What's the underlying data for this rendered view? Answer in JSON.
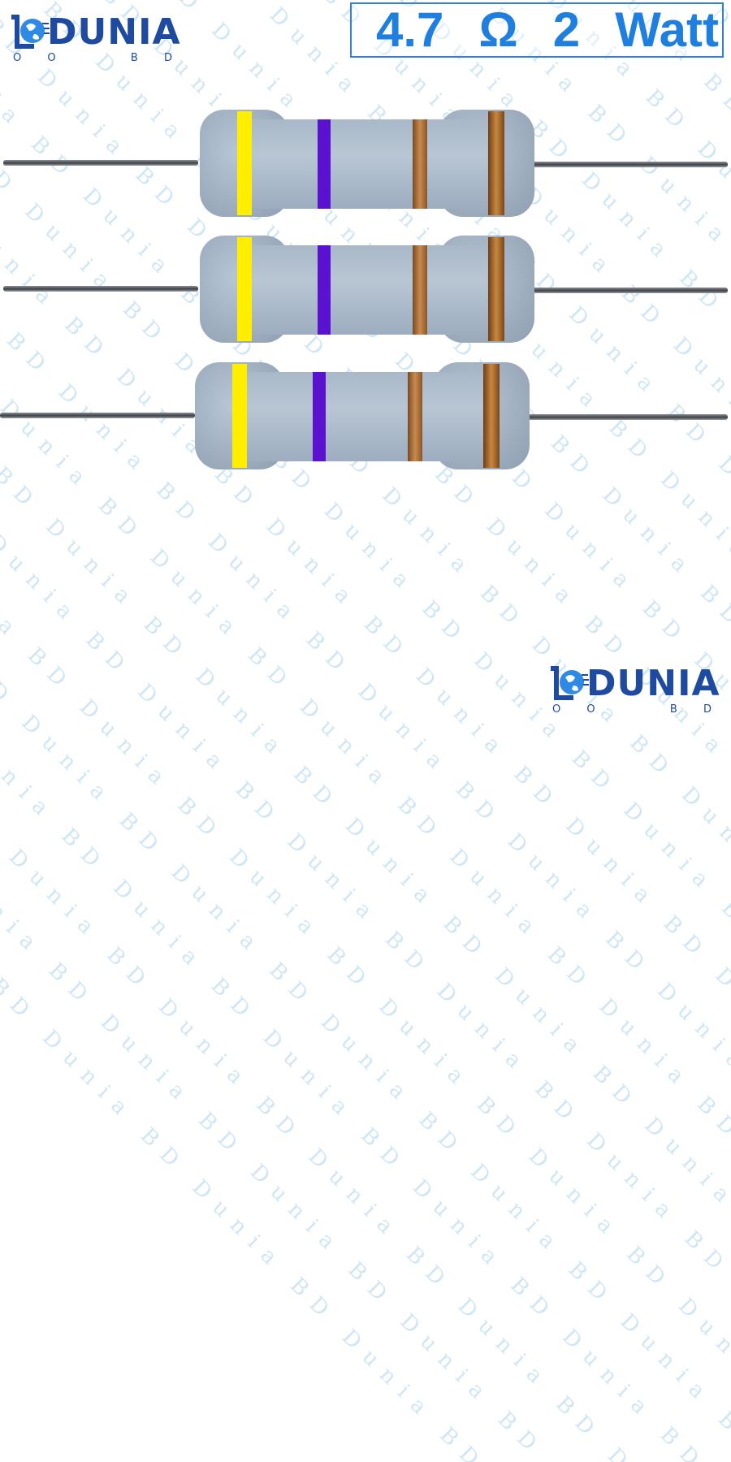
{
  "brand": {
    "name": "DUNIA",
    "subtitle_letters": [
      "O",
      "O",
      "B",
      "D"
    ],
    "color": "#1e4aa0",
    "accent_globe": "#2f8ae6"
  },
  "spec": {
    "value": "4.7",
    "unit": "Ω",
    "wattage": "2",
    "wattage_unit": "Watt",
    "color": "#1f7fe0"
  },
  "watermark": {
    "text": "Dunia BD",
    "color": "#cfe6f5"
  },
  "product": {
    "type": "Resistor",
    "count": 3,
    "bands": [
      {
        "name": "yellow",
        "color": "#ffee00"
      },
      {
        "name": "violet",
        "color": "#5a12d0"
      },
      {
        "name": "gold",
        "color": "#b87a3e"
      },
      {
        "name": "gold",
        "color": "#b07535"
      }
    ]
  }
}
